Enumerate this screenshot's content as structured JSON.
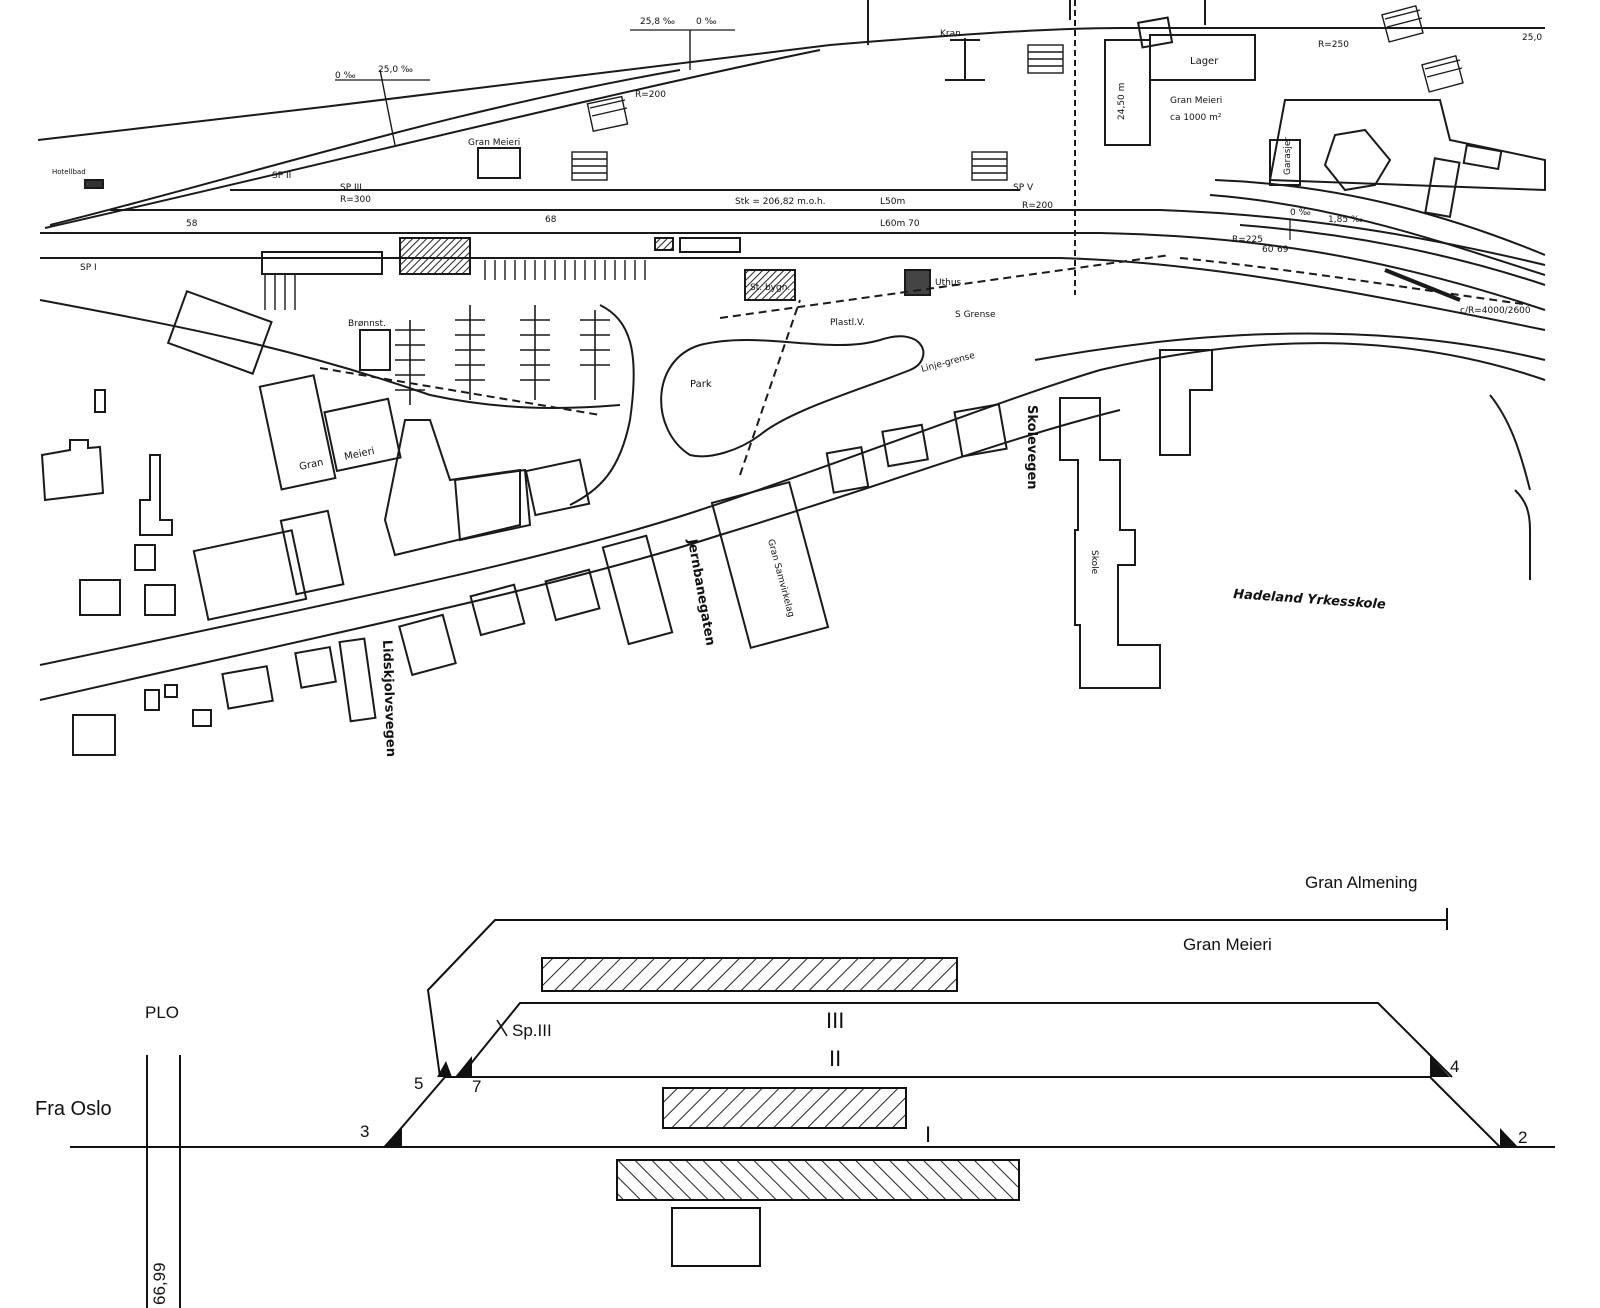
{
  "site_plan": {
    "gradients": {
      "g1": "0 ‰",
      "g2": "25,0 ‰",
      "g3": "25,8 ‰",
      "g4": "0 ‰",
      "g5": "0 ‰",
      "g6": "1,85 ‰",
      "g7": "25,0"
    },
    "radii": {
      "r200_top": "R=200",
      "r250": "R=250",
      "r300": "R=300",
      "r200_mid": "R=200",
      "r225": "R=225",
      "curve_right": "c/R=4000/2600"
    },
    "switches": {
      "sp2": "SP II",
      "sp3": "SP III",
      "sp5": "SP V",
      "sp1": "SP I"
    },
    "track_info": {
      "stk": "Stk = 206,82 m.o.h.",
      "len1": "L50m",
      "len2": "L60m 70",
      "num68": "68",
      "num58": "58",
      "num69": "69",
      "num60": "60"
    },
    "buildings": {
      "lager": "Lager",
      "gran_meieri_top": "Gran Meieri",
      "gran_meieri_area1": "Gran Meieri",
      "gran_meieri_area2": "ca 1000 m²",
      "dim": "24,50 m",
      "garasjer": "Garasjer",
      "gran_meieri_low_1": "Gran",
      "gran_meieri_low_2": "Meieri",
      "hotel": "Hotellbad",
      "bronnst": "Brønnst.",
      "st_bygn": "St. bygn.",
      "uthus": "Uthus",
      "park": "Park",
      "gran_samvirkelag": "Gran Samvirkelag",
      "skole": "Skole",
      "kran": "Kran",
      "plastv": "Plastl.V.",
      "grense": "S Grense",
      "linje": "Linje-grense"
    },
    "streets": {
      "skolevegen": "Skolevegen",
      "jernbanegaten": "Jernbanegaten",
      "lidskjolvsvegen": "Lidskjolvsvegen",
      "school": "Hadeland Yrkesskole"
    }
  },
  "schematic": {
    "gran_almening": "Gran Almening",
    "gran_meieri": "Gran Meieri",
    "plo": "PLO",
    "fra_oslo": "Fra Oslo",
    "km": "66,99",
    "sp3": "Sp.III",
    "track3": "III",
    "track2": "II",
    "track1": "I",
    "switch_numbers": {
      "n5": "5",
      "n7": "7",
      "n3": "3",
      "n4": "4",
      "n2": "2"
    }
  }
}
